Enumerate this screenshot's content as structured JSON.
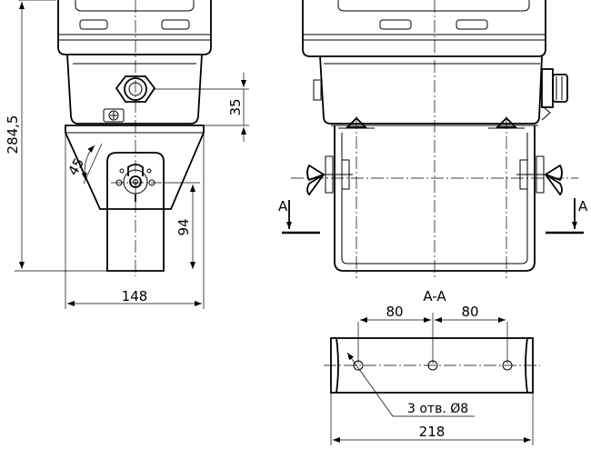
{
  "dimensions": {
    "overall_height": "284,5",
    "box_offset": "35",
    "angle": "45",
    "slot_height": "94",
    "bracket_width": "148",
    "hole_pitch_left": "80",
    "hole_pitch_right": "80",
    "bar_length": "218",
    "holes_note": "3 отв. Ø8"
  },
  "section": {
    "marker": "A",
    "title": "A-A"
  }
}
